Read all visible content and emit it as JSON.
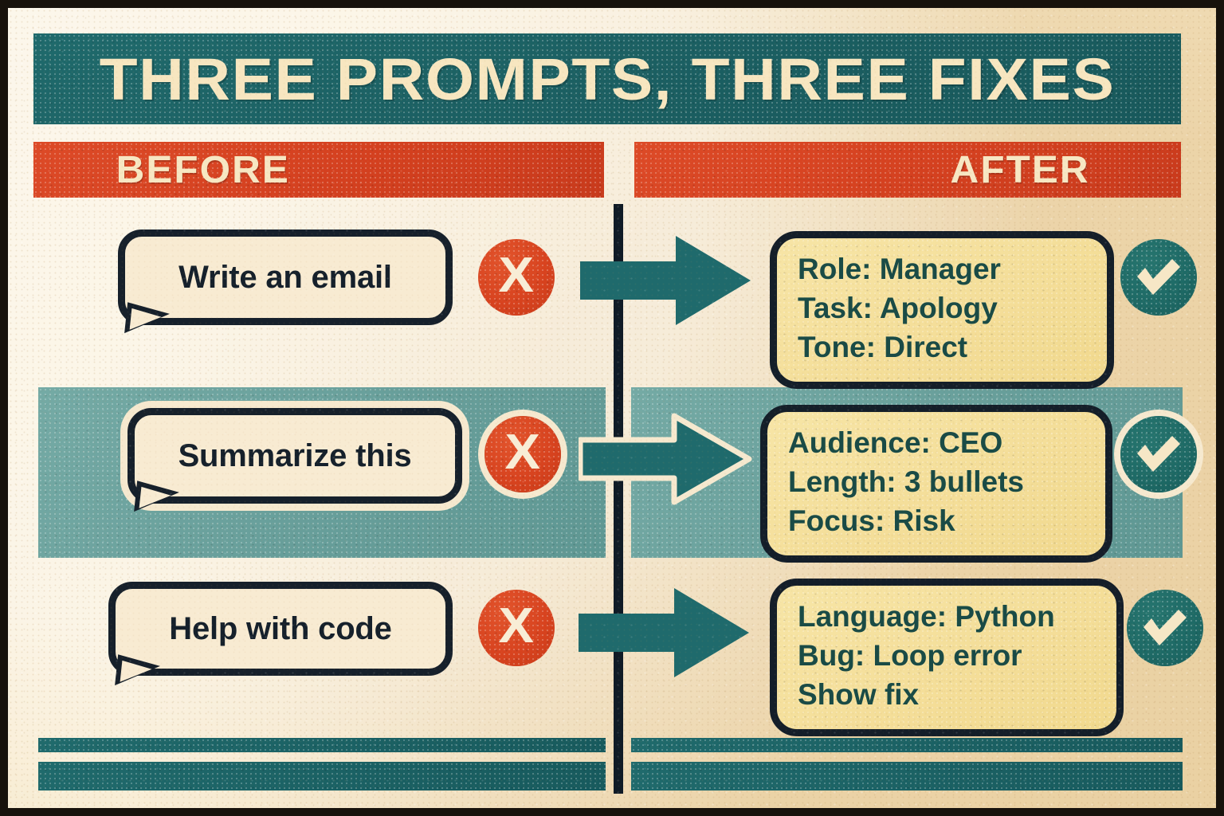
{
  "poster": {
    "title": "THREE PROMPTS, THREE FIXES",
    "columns": {
      "before_label": "BEFORE",
      "after_label": "AFTER"
    },
    "colors": {
      "banner_teal": "#1f6a6c",
      "header_red": "#dd4a27",
      "band_teal": "#74aaa5",
      "paper_cream": "#f6e6c4",
      "card_yellow": "#f7e5a6",
      "card_text_teal": "#1a4b46",
      "ink_navy": "#16202b",
      "check_teal": "#1e6a66",
      "x_red": "#d8431f"
    },
    "icons": {
      "x_glyph": "X",
      "check_glyph": "✔",
      "arrow_glyph": "→"
    },
    "rows": [
      {
        "id": "row-1",
        "before_prompt": "Write an email",
        "before_status": "X",
        "after_status": "✔",
        "after_lines": [
          "Role: Manager",
          "Task: Apology",
          "Tone: Direct"
        ]
      },
      {
        "id": "row-2",
        "before_prompt": "Summarize this",
        "before_status": "X",
        "after_status": "✔",
        "after_lines": [
          "Audience: CEO",
          "Length: 3 bullets",
          "Focus: Risk"
        ]
      },
      {
        "id": "row-3",
        "before_prompt": "Help with code",
        "before_status": "X",
        "after_status": "✔",
        "after_lines": [
          "Language: Python",
          "Bug: Loop error",
          "Show fix"
        ]
      }
    ]
  }
}
